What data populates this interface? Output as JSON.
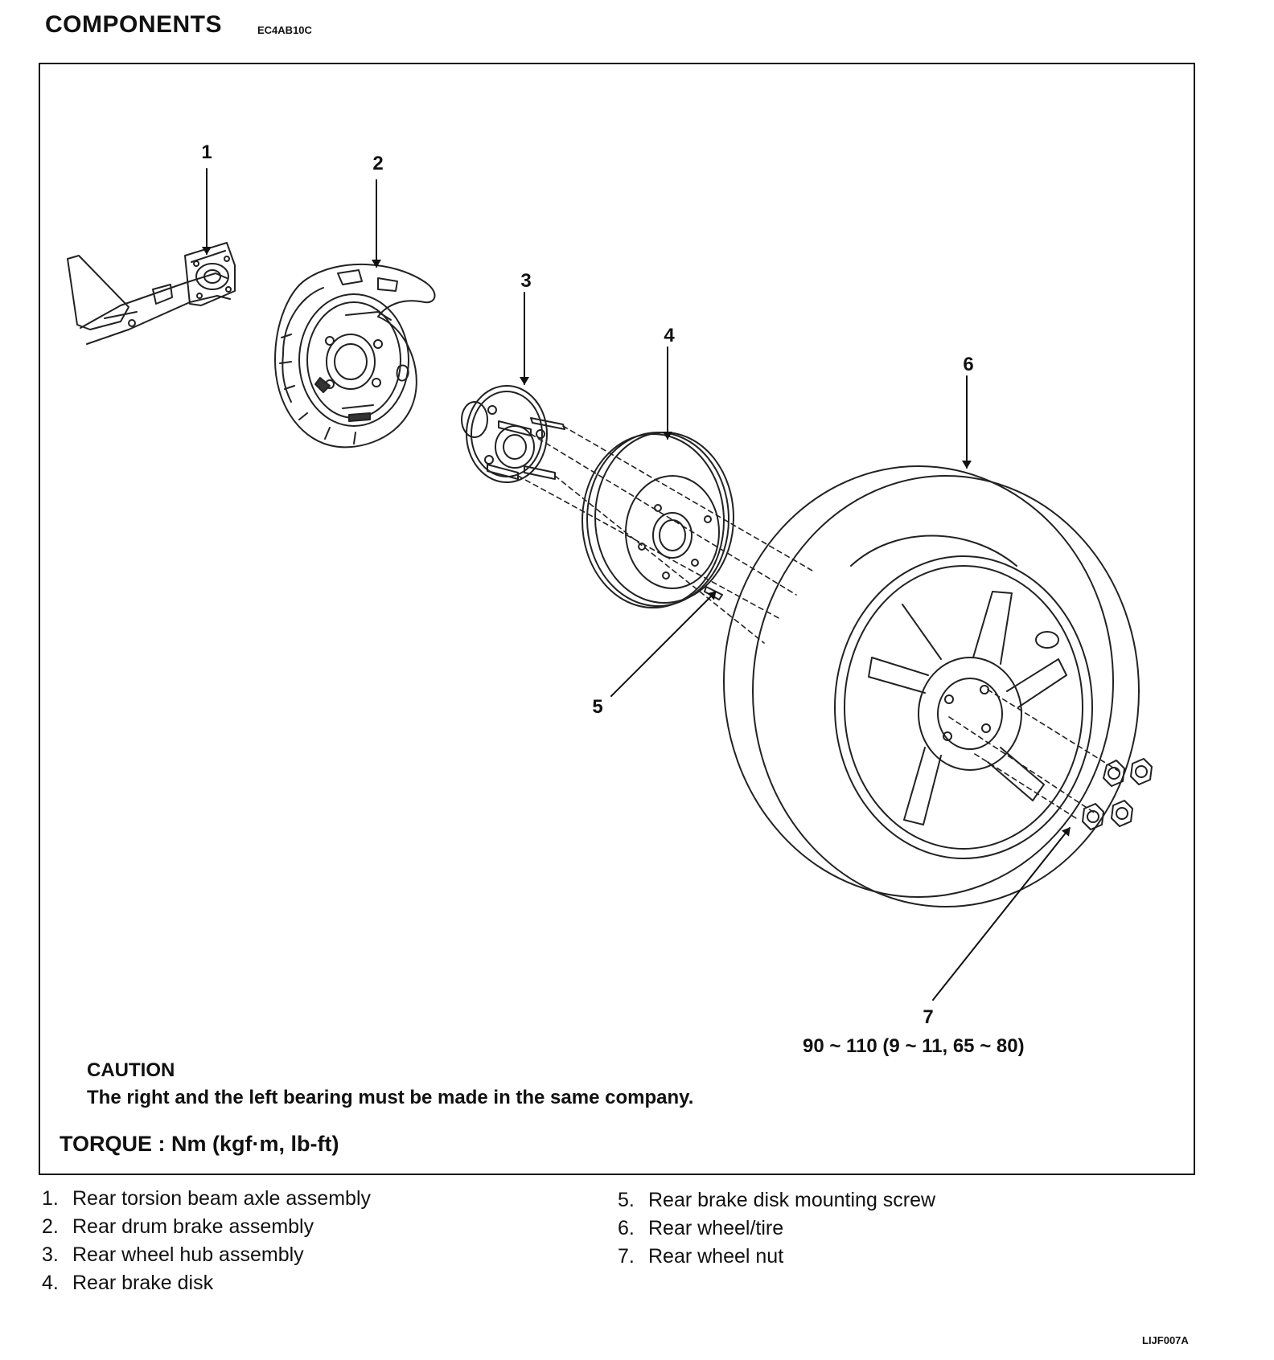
{
  "header": {
    "title": "COMPONENTS",
    "code": "EC4AB10C"
  },
  "callouts": [
    "1",
    "2",
    "3",
    "4",
    "5",
    "6",
    "7"
  ],
  "torque_value": "90 ~ 110 (9 ~ 11, 65 ~ 80)",
  "caution": {
    "title": "CAUTION",
    "text": "The right and the left bearing must be made in the same company."
  },
  "torque_unit": "TORQUE : Nm (kgf·m, lb-ft)",
  "legend": [
    {
      "num": "1.",
      "label": "Rear torsion beam axle assembly"
    },
    {
      "num": "2.",
      "label": "Rear drum brake assembly"
    },
    {
      "num": "3.",
      "label": "Rear wheel hub assembly"
    },
    {
      "num": "4.",
      "label": "Rear brake disk"
    },
    {
      "num": "5.",
      "label": "Rear brake disk mounting screw"
    },
    {
      "num": "6.",
      "label": "Rear wheel/tire"
    },
    {
      "num": "7.",
      "label": "Rear wheel nut"
    }
  ],
  "figure_code": "LIJF007A"
}
